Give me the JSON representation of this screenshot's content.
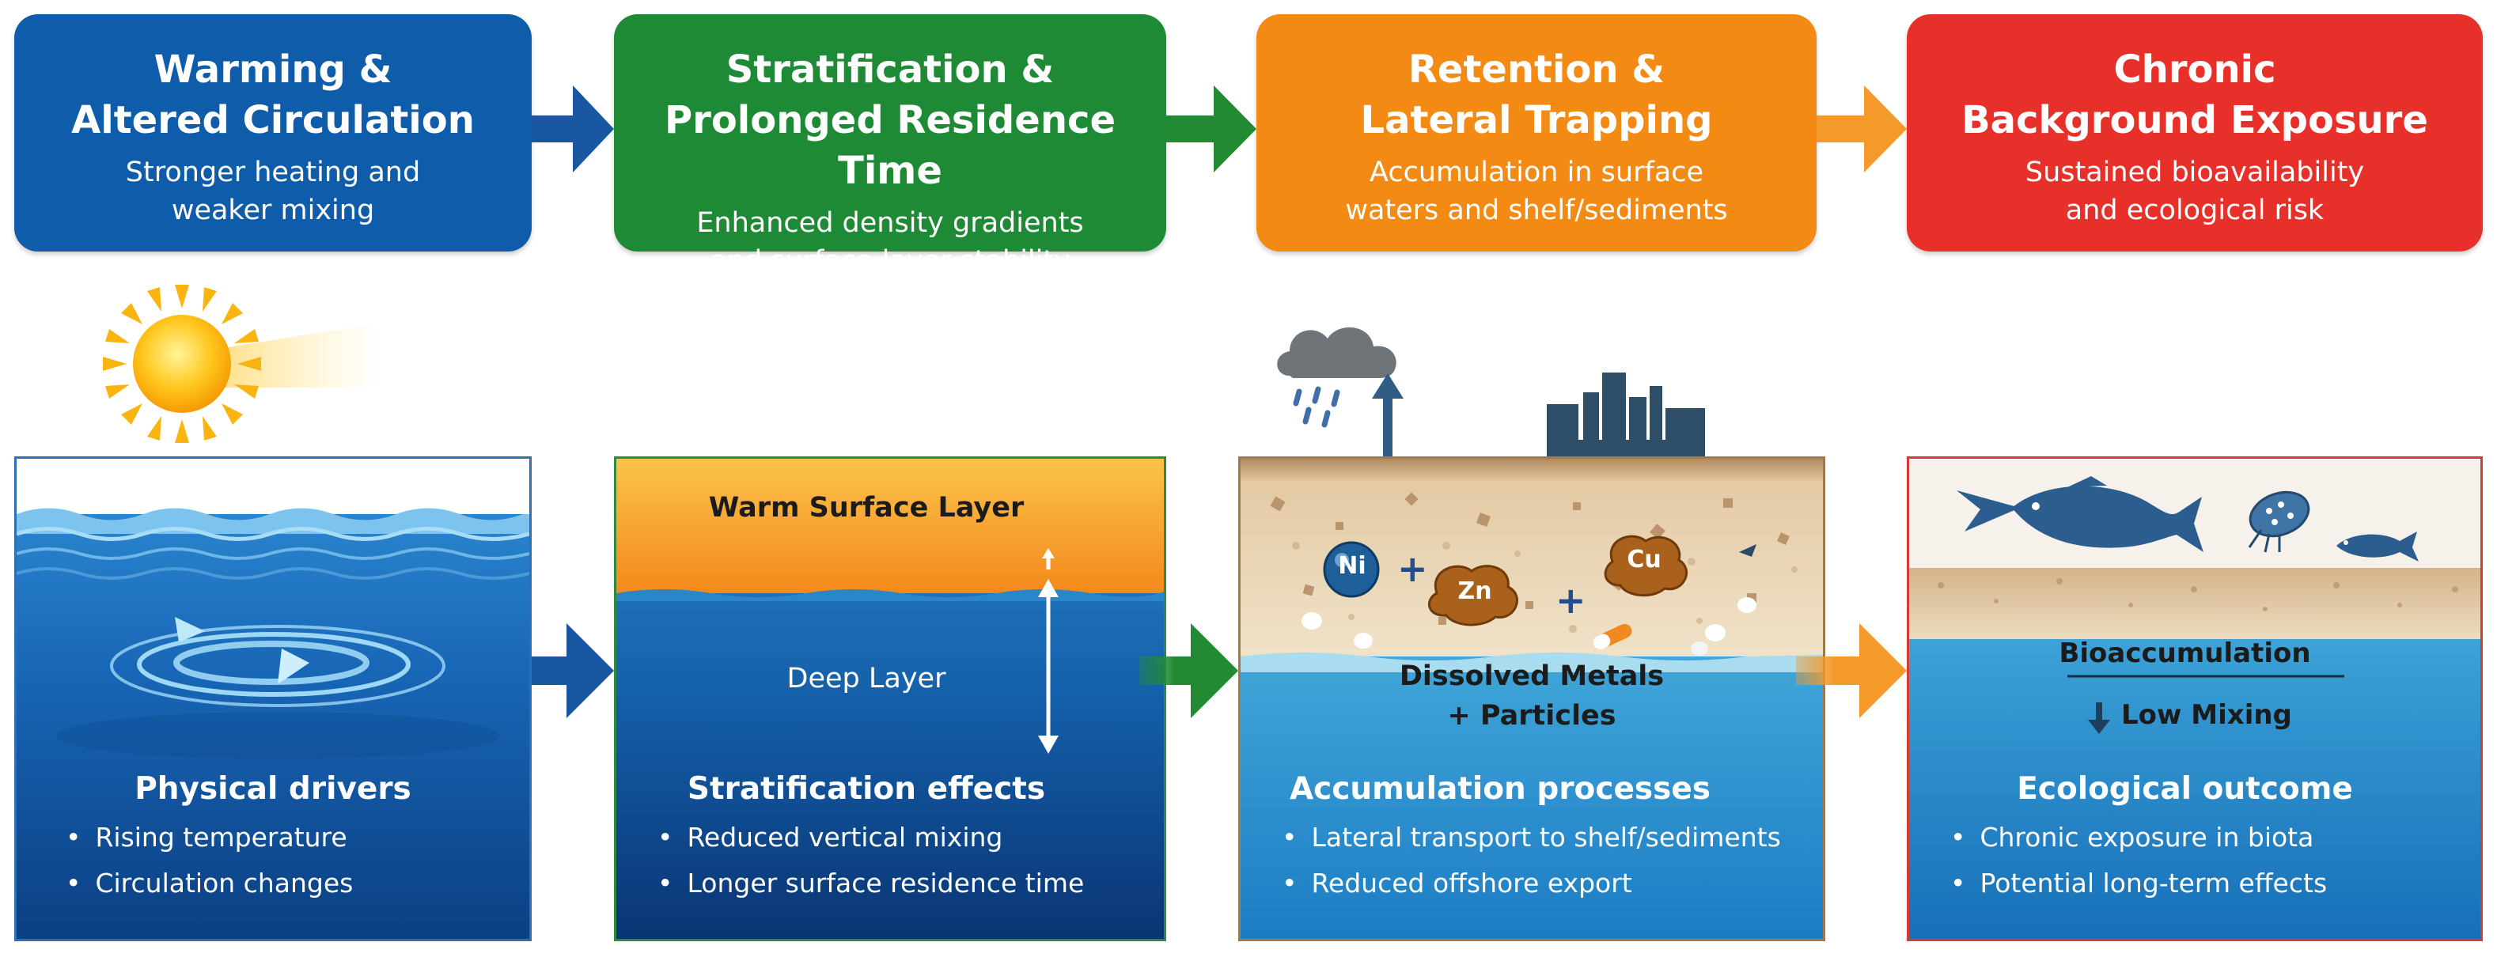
{
  "headers": [
    {
      "title_l1": "Warming &",
      "title_l2": "Altered Circulation",
      "sub_l1": "Stronger heating and",
      "sub_l2": "weaker mixing",
      "color": "#0f5cab"
    },
    {
      "title_l1": "Stratification &",
      "title_l2": "Prolonged Residence Time",
      "sub_l1": "Enhanced density gradients",
      "sub_l2": "and surface layer stability",
      "color": "#1f8a36"
    },
    {
      "title_l1": "Retention &",
      "title_l2": "Lateral Trapping",
      "sub_l1": "Accumulation in surface",
      "sub_l2": "waters and shelf/sediments",
      "color": "#f28a14"
    },
    {
      "title_l1": "Chronic",
      "title_l2": "Background Exposure",
      "sub_l1": "Sustained bioavailability",
      "sub_l2": "and ecological risk",
      "color": "#e8302b"
    }
  ],
  "panels": [
    {
      "title": "Physical drivers",
      "bullets": [
        "Rising temperature",
        "Circulation changes"
      ]
    },
    {
      "title": "Stratification effects",
      "bullets": [
        "Reduced vertical mixing",
        "Longer surface residence time"
      ],
      "warm_label": "Warm Surface Layer",
      "deep_label": "Deep Layer"
    },
    {
      "title": "Accumulation processes",
      "bullets": [
        "Lateral transport to shelf/sediments",
        "Reduced offshore export"
      ],
      "metals_l1": "Dissolved Metals",
      "metals_l2": "+ Particles",
      "ions": [
        "Ni",
        "Zn",
        "Cu"
      ],
      "plus": "+"
    },
    {
      "title": "Ecological outcome",
      "bullets": [
        "Chronic exposure in biota",
        "Potential long-term effects"
      ],
      "bio_label": "Bioaccumulation",
      "mix_label": "Low Mixing"
    }
  ],
  "colors": {
    "blue_arrow": "#1a57a3",
    "green_arrow": "#238a34",
    "orange_arrow": "#f39a2a"
  }
}
